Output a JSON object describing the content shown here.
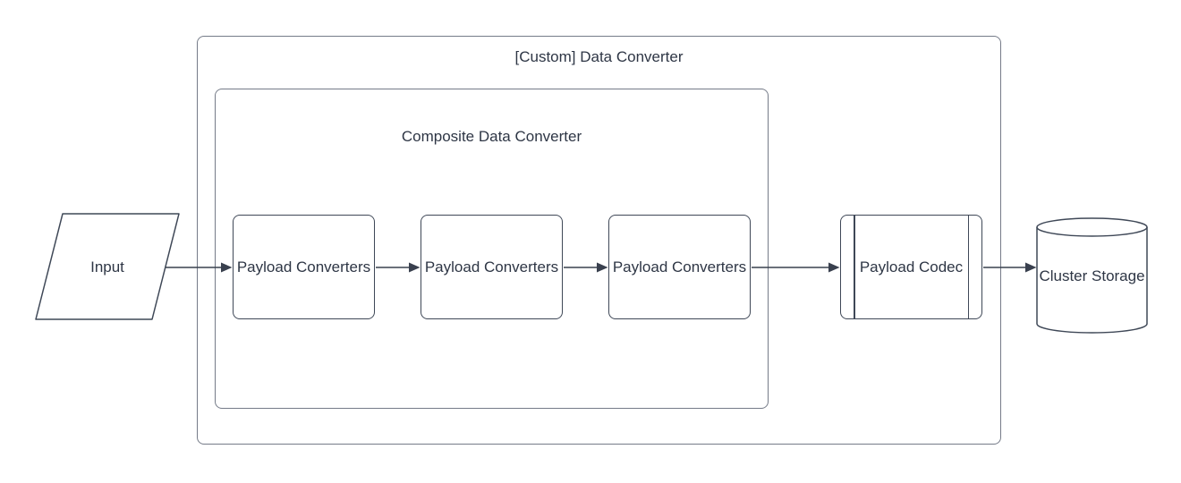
{
  "diagram": {
    "background": "#ffffff",
    "colors": {
      "shape_border": "#3f4857",
      "container_border": "#757b88",
      "text": "#2e3645",
      "arrow": "#39404e",
      "shape_fill": "#ffffff"
    },
    "containers": [
      {
        "id": "custom-data-converter",
        "label": "[Custom] Data Converter"
      },
      {
        "id": "composite-data-converter",
        "label": "Composite Data Converter"
      }
    ],
    "nodes": [
      {
        "id": "input",
        "label": "Input",
        "shape": "parallelogram"
      },
      {
        "id": "payload-converters-1",
        "label": "Payload Converters",
        "shape": "rounded-rectangle"
      },
      {
        "id": "payload-converters-2",
        "label": "Payload Converters",
        "shape": "rounded-rectangle"
      },
      {
        "id": "payload-converters-3",
        "label": "Payload Converters",
        "shape": "rounded-rectangle"
      },
      {
        "id": "payload-codec",
        "label": "Payload Codec",
        "shape": "predefined-process"
      },
      {
        "id": "cluster-storage",
        "label": "Cluster Storage",
        "shape": "cylinder"
      }
    ],
    "edges": [
      {
        "from": "input",
        "to": "payload-converters-1"
      },
      {
        "from": "payload-converters-1",
        "to": "payload-converters-2"
      },
      {
        "from": "payload-converters-2",
        "to": "payload-converters-3"
      },
      {
        "from": "payload-converters-3",
        "to": "payload-codec"
      },
      {
        "from": "payload-codec",
        "to": "cluster-storage"
      }
    ]
  }
}
